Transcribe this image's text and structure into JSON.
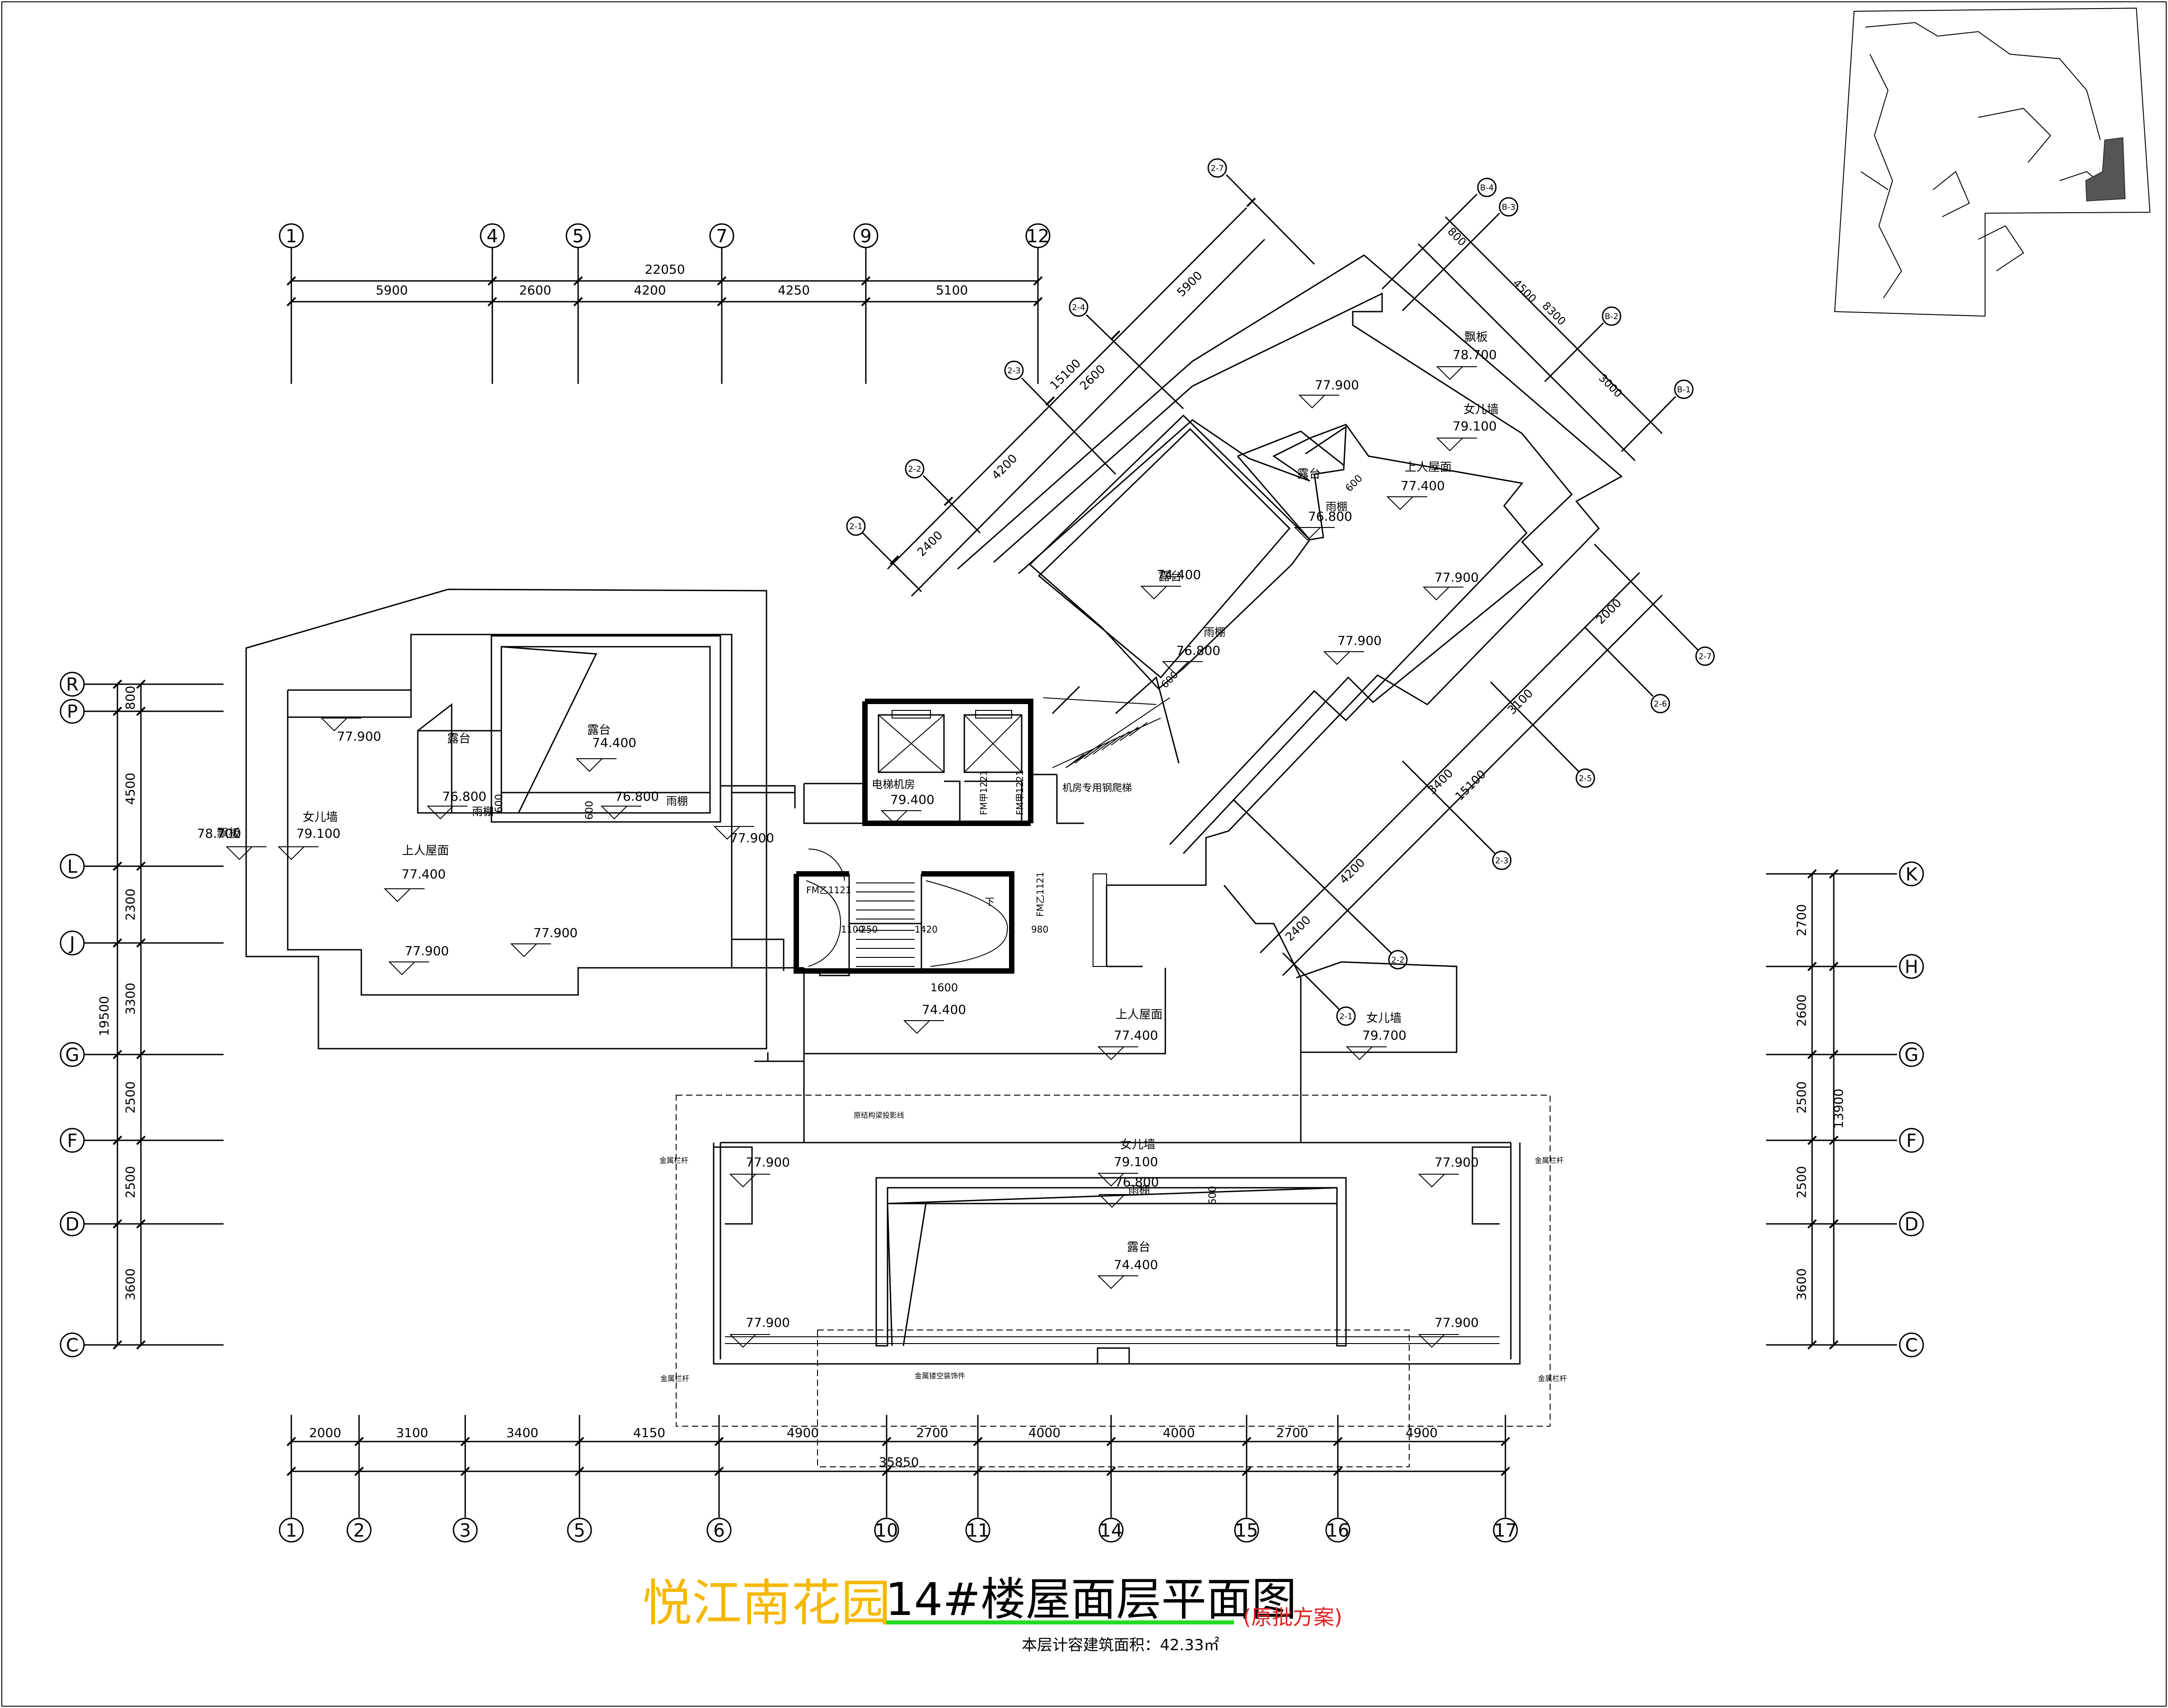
{
  "title": {
    "project": "悦江南花园",
    "building": "14#楼屋面层平面图",
    "note": "(原批方案)",
    "area_label": "本层计容建筑面积：42.33㎡",
    "colors": {
      "project": "#f5b800",
      "underline": "#22dd22",
      "note": "#e02020"
    }
  },
  "top_axes": {
    "labels": [
      "1",
      "4",
      "5",
      "7",
      "9",
      "12"
    ],
    "total": "22050",
    "spans": [
      "5900",
      "2600",
      "4200",
      "4250",
      "5100"
    ]
  },
  "bottom_axes": {
    "labels": [
      "1",
      "2",
      "3",
      "5",
      "6",
      "10",
      "11",
      "14",
      "15",
      "16",
      "17"
    ],
    "total": "35850",
    "spans": [
      "2000",
      "3100",
      "3400",
      "4150",
      "4900",
      "2700",
      "4000",
      "4000",
      "2700",
      "4900"
    ]
  },
  "left_axes": {
    "labels": [
      "R",
      "P",
      "L",
      "J",
      "G",
      "F",
      "D",
      "C"
    ],
    "total": "19500",
    "spans": [
      "800",
      "4500",
      "2300",
      "3300",
      "2500",
      "2500",
      "3600"
    ]
  },
  "right_axes": {
    "labels": [
      "K",
      "H",
      "G",
      "F",
      "D",
      "C"
    ],
    "total": "13900",
    "spans": [
      "2700",
      "2600",
      "2500",
      "2500",
      "3600"
    ]
  },
  "rot_axes": {
    "labels": [
      "2-7",
      "2-4",
      "2-3",
      "2-2",
      "2-1",
      "B-4",
      "B-3",
      "B-2",
      "B-1",
      "2-7",
      "2-6",
      "2-5",
      "2-3",
      "2-2",
      "2-1"
    ],
    "upper": [
      "5900",
      "2600",
      "4200",
      "2400"
    ],
    "upper_total": "15100",
    "right": [
      "800",
      "4500",
      "3000"
    ],
    "right_total": "8300",
    "lower": [
      "2000",
      "3100",
      "3400",
      "4200",
      "2400"
    ],
    "lower_total": "15100"
  },
  "labels": {
    "lu_tai": "露台",
    "yu_peng": "雨棚",
    "piao_ban": "飘板",
    "nv_er_qiang": "女儿墙",
    "shang_ren_wu_mian": "上人屋面",
    "dian_ti_ji_fang": "电梯机房",
    "ji_fang_pa_ti": "机房专用钢爬梯",
    "fm1": "FM甲1221",
    "fm_j1121": "FM乙1121",
    "xia": "下",
    "yuan_jie_gou": "原结构梁投影线",
    "jin_shu_lan_gan": "金属栏杆",
    "jin_shu_zhuang_shi": "金属镂空装饰件"
  },
  "elevations": {
    "e779": "77.900",
    "e744": "74.400",
    "e768": "76.800",
    "e787": "78.700",
    "e791": "79.100",
    "e774": "77.400",
    "e794": "79.400",
    "e797": "79.700"
  },
  "dims": {
    "d600": "600",
    "d1600": "1600",
    "d1100": "1100",
    "d250": "250",
    "d1420": "1420",
    "d980": "980"
  }
}
